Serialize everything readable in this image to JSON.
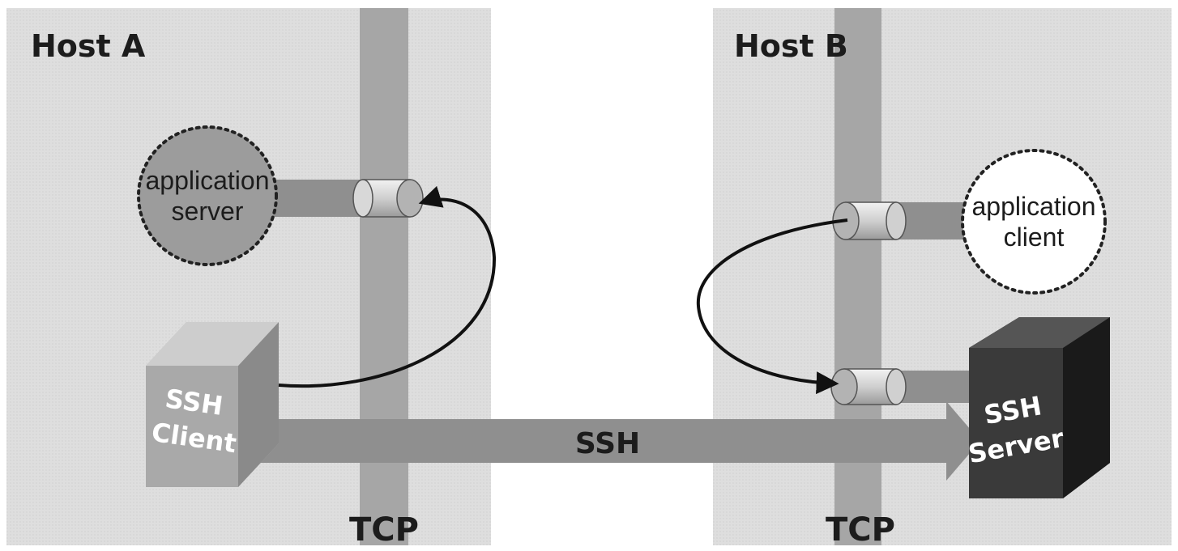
{
  "host_a": {
    "title": "Host A",
    "app_server": {
      "line1": "application",
      "line2": "server"
    },
    "ssh_client": {
      "line1": "SSH",
      "line2": "Client"
    },
    "tcp": "TCP"
  },
  "host_b": {
    "title": "Host B",
    "app_client": {
      "line1": "application",
      "line2": "client"
    },
    "ssh_server": {
      "line1": "SSH",
      "line2": "Server"
    },
    "tcp": "TCP"
  },
  "connection": {
    "label": "SSH"
  },
  "colors": {
    "panel": "#dcdcdc",
    "tcp_bar": "#a6a6a6",
    "pipe": "#8f8f8f",
    "server_circle": "#9c9c9c",
    "client_circle": "#ffffff",
    "ssh_client_box": "#a9a9a9",
    "ssh_server_box": "#3a3a3a"
  }
}
